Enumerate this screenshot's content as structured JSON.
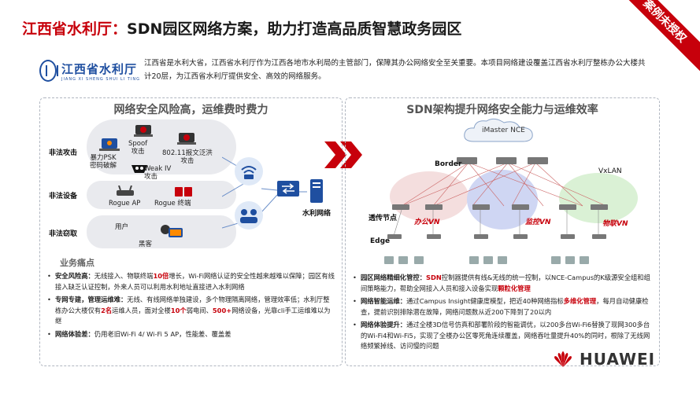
{
  "header": {
    "title_part1": "江西省水利厅：",
    "title_part2": "SDN园区网络方案，助力打造高品质智慧政务园区",
    "corner_badge": "案例未授权"
  },
  "logo": {
    "name_cn": "江西省水利厅",
    "name_pinyin": "JIANG XI SHENG SHUI LI TING"
  },
  "intro": "江西省是水利大省，江西省水利厅作为江西各地市水利局的主管部门，保障其办公网络安全至关重要。本项目网络建设覆盖江西省水利厅整栋办公大楼共计20层，为江西省水利厅提供安全、高效的网络服务。",
  "left_panel": {
    "title": "网络安全风险高，运维费时费力",
    "lanes": [
      "非法攻击",
      "非法设备",
      "非法窃取"
    ],
    "attacks": {
      "psk": "暴力PSK\n密码破解",
      "spoof": "Spoof\n攻击",
      "flood": "802.11报文泛洪\n攻击",
      "weakiv": "Weak IV\n攻击"
    },
    "devices": {
      "rogue_ap": "Rogue AP",
      "rogue_term": "Rogue 终端"
    },
    "theft": {
      "user": "用户",
      "hacker": "黑客"
    },
    "network_label": "水利网络",
    "pain_title": "业务痛点",
    "pain_points": [
      {
        "head": "安全风险高：",
        "text_a": "无线接入、物联终端",
        "hl_a": "10倍",
        "text_b": "增长，Wi-Fi网络认证的安全性越来越难以保障；园区有线接入缺乏认证控制，外来人员可以利用水利地址直接进入水利网络"
      },
      {
        "head": "专网专建，管理运维难：",
        "text_a": "无线、有线网络单独建设，多个物理隔离网络，管理效率低；水利厅整栋办公大楼仅有",
        "hl_a": "2名",
        "text_b": "运维人员，面对全楼",
        "hl_b": "10个",
        "text_c": "弱电间、",
        "hl_c": "500+",
        "text_d": "网络设备，光靠cli手工运维难以为继"
      },
      {
        "head": "网络体验差：",
        "text_a": "仍用老旧Wi-Fi 4/ Wi-Fi 5 AP，性能差、覆盖差"
      }
    ]
  },
  "right_panel": {
    "title": "SDN架构提升网络安全能力与运维效率",
    "controller": "iMaster NCE",
    "labels": {
      "border": "Border",
      "transit": "透传节点",
      "edge": "Edge",
      "vxlan": "VxLAN"
    },
    "vns": [
      "办公VN",
      "监控VN",
      "物联VN"
    ],
    "points": [
      {
        "head": "园区网络精细化管控：",
        "hl": "SDN",
        "text_a": "控制器提供有线&无线的统一控制，以NCE-Campus的K级源安全组和组间策略能力，帮助全网接入人员和接入设备实现",
        "hl_b": "颗粒化管理"
      },
      {
        "head": "网络智能运维：",
        "text_a": "通过Campus Insight健康度模型，把近40种网络指标",
        "hl": "多维化管理",
        "text_b": "，每月自动健康检查，提前识别排除潜在故障，网络问题数从近200下降到了20以内"
      },
      {
        "head": "网络体验提升：",
        "text_a": "通过全楼3D信号仿真和部署阶段的智能调优，以200多台Wi-Fi6替换了现网300多台的Wi-Fi4和Wi-Fi5，实现了全楼办公区零死角连续覆盖，网络吞吐量提升40%的同时，根除了无线网络频繁掉线、访问慢的问题"
      }
    ]
  },
  "brand": "HUAWEI",
  "colors": {
    "accent": "#c7000b",
    "brand_blue": "#1f4fa0"
  },
  "icons": [
    "laptop-icon",
    "hacker-icon",
    "router-icon",
    "wifi-icon",
    "firewall-icon",
    "users-icon",
    "cloud-icon",
    "switch-icon",
    "pc-icon",
    "huawei-logo-icon"
  ]
}
